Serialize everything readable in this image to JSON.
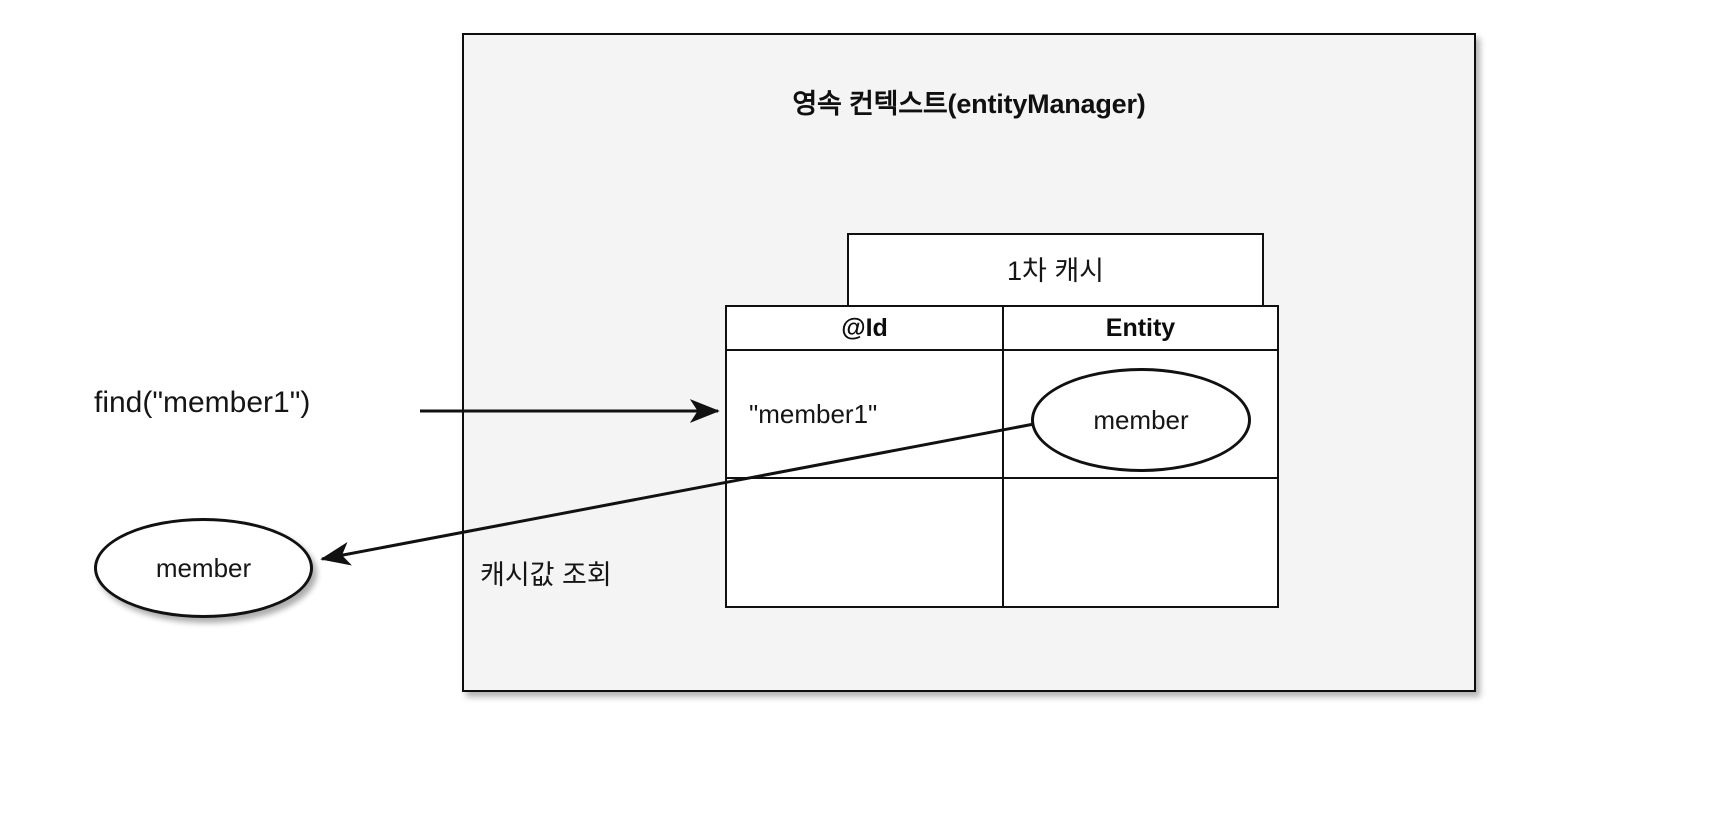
{
  "diagram": {
    "title": "영속 컨텍스트(entityManager)",
    "background_color": "#f4f4f4",
    "border_color": "#0d0d0d",
    "cache_box": {
      "label": "1차 캐시",
      "columns": [
        "@Id",
        "Entity"
      ],
      "rows": [
        {
          "id": "\"member1\"",
          "entity": "member"
        },
        {
          "id": "",
          "entity": ""
        }
      ]
    },
    "call_label": "find(\"member1\")",
    "return_label": "캐시값 조회",
    "returned_entity": "member",
    "arrows": [
      {
        "name": "find-arrow",
        "from": "find(\"member1\")",
        "to": "1차 캐시 @Id row"
      },
      {
        "name": "cache-read-arrow",
        "from": "cached member entity",
        "to": "member"
      }
    ]
  }
}
